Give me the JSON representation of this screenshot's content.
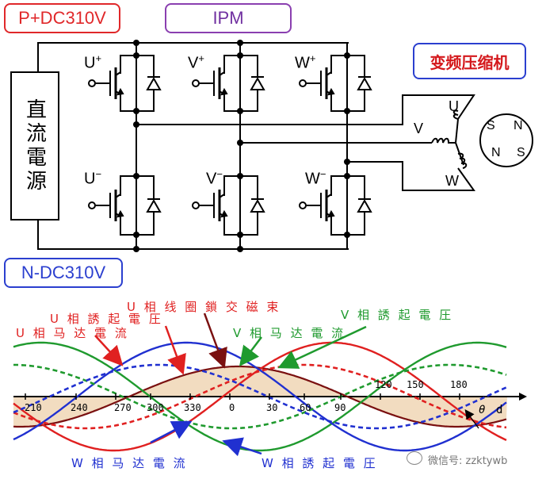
{
  "labels": {
    "p_bus": "P+DC310V",
    "ipm": "IPM",
    "n_bus": "N-DC310V",
    "compressor": "变频压缩机",
    "dc_source": "直流電源"
  },
  "switches": [
    {
      "letter": "U",
      "sign": "+"
    },
    {
      "letter": "V",
      "sign": "+"
    },
    {
      "letter": "W",
      "sign": "+"
    },
    {
      "letter": "U",
      "sign": "−"
    },
    {
      "letter": "V",
      "sign": "−"
    },
    {
      "letter": "W",
      "sign": "−"
    }
  ],
  "motor": {
    "u": "U",
    "v": "V",
    "w": "W",
    "poles": [
      "S",
      "N",
      "N",
      "S"
    ]
  },
  "waveform": {
    "u_voltage": "U 相 誘 起 電 圧",
    "u_flux": "U 相 线 圈 鎖 交 磁 束",
    "u_current": "U 相 马 达 電 流",
    "v_current": "V 相 马 达 電 流",
    "v_voltage": "V 相 誘 起 電 圧",
    "w_current": "W 相 马 达 電 流",
    "w_voltage": "W 相 誘 起 電 圧",
    "ticks_left": [
      "210",
      "240",
      "270",
      "300",
      "330",
      "0",
      "30",
      "60",
      "90"
    ],
    "ticks_right": [
      "120",
      "150",
      "180"
    ],
    "theta": "θ",
    "d": "d",
    "colors": {
      "u": "#e02020",
      "v": "#1f9a2e",
      "w": "#2030d0",
      "flux": "#7a1010",
      "fill": "#f2dcc0"
    }
  },
  "watermark": "微信号: zzktywb"
}
